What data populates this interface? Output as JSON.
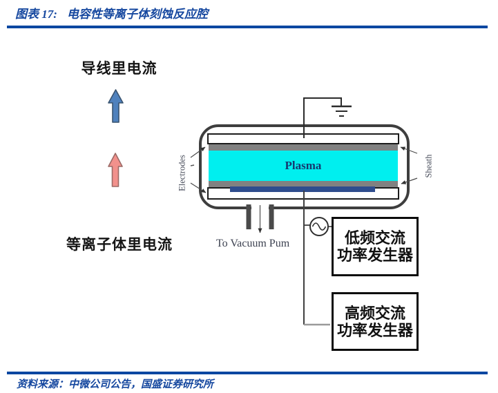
{
  "header": {
    "figure_label": "图表 17:",
    "figure_title": "电容性等离子体刻蚀反应腔"
  },
  "left_panel": {
    "wire_current_label": "导线里电流",
    "plasma_current_label": "等离子体里电流"
  },
  "diagram": {
    "plasma_label": "Plasma",
    "electrodes_label": "Electrodes",
    "sheath_label": "Sheath",
    "vacuum_label": "To Vacuum Pum",
    "generator_low_line1": "低频交流",
    "generator_low_line2": "功率发生器",
    "generator_high_line1": "高频交流",
    "generator_high_line2": "功率发生器"
  },
  "footer": {
    "source_text": "资料来源：中微公司公告，国盛证券研究所"
  },
  "colors": {
    "accent_blue": "#0a47a1",
    "title_blue": "#15479f",
    "plasma_cyan": "#00efef",
    "sheath_gray": "#818181",
    "wafer_navy": "#2f4d8e",
    "arrow_blue_fill": "#4f81bd",
    "arrow_pink_fill": "#f2918c",
    "chamber_wall_gray": "#3e3e3e"
  }
}
